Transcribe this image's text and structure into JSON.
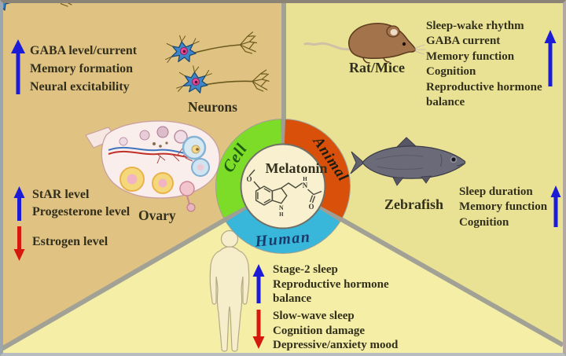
{
  "figure": {
    "center": {
      "title": "Melatonin",
      "segments": {
        "cell": {
          "label": "Cell",
          "color": "#7ddc28",
          "text_color": "#1d5c10"
        },
        "animal": {
          "label": "Animal",
          "color": "#d8500a",
          "text_color": "#1c1c12"
        },
        "human": {
          "label": "Human",
          "color": "#38b7db",
          "text_color": "#1b3a6b"
        }
      }
    },
    "cell_region": {
      "neurons_label": "Neurons",
      "neurons_up": [
        "GABA level/current",
        "Memory formation",
        "Neural excitability"
      ],
      "ovary_label": "Ovary",
      "ovary_up": [
        "StAR level",
        "Progesterone level"
      ],
      "ovary_down": [
        "Estrogen level"
      ]
    },
    "animal_region": {
      "rat_label": "Rat/Mice",
      "rat_up": [
        "Sleep-wake rhythm",
        "GABA current",
        "Memory function",
        "Cognition",
        "Reproductive hormone balance"
      ],
      "zebrafish_label": "Zebrafish",
      "zebrafish_up": [
        "Sleep duration",
        "Memory function",
        "Cognition"
      ]
    },
    "human_region": {
      "up": [
        "Stage-2 sleep",
        "Reproductive hormone balance"
      ],
      "down": [
        "Slow-wave sleep",
        "Cognition damage",
        "Depressive/anxiety mood"
      ]
    }
  },
  "colors": {
    "up_arrow": "#1c1cd6",
    "down_arrow": "#d6190f",
    "cell_bg": "#e0c283",
    "animal_bg": "#e9e294",
    "human_bg": "#f4eea6",
    "divider": "#a2a196",
    "ring_rim": "#9e9e94",
    "inner_circle": "#f8f0cf",
    "text": "#32301d"
  },
  "icons": {
    "up-arrow-icon": "↑",
    "down-arrow-icon": "↓"
  }
}
